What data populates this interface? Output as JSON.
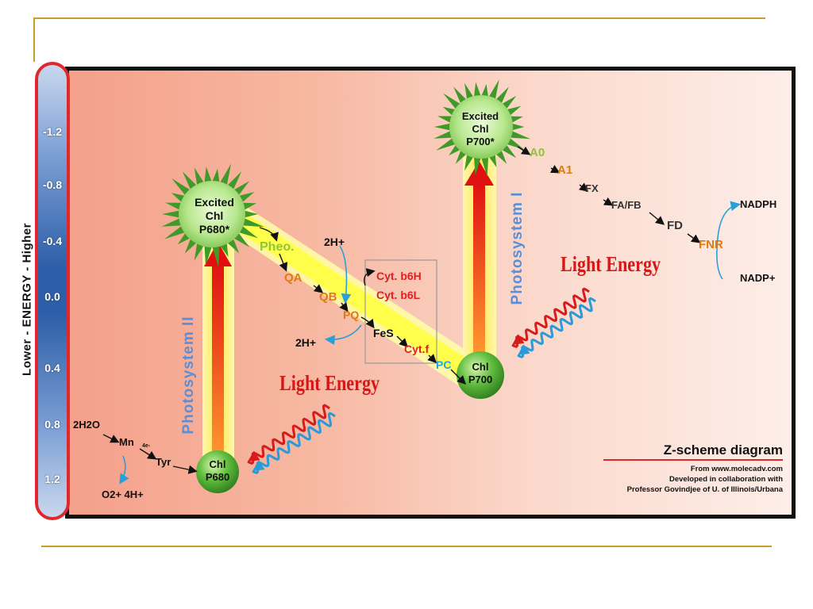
{
  "energy_axis": {
    "label": "Lower  -  ENERGY  -  Higher",
    "ticks": [
      "-1.2",
      "-0.8",
      "-0.4",
      "0.0",
      "0.4",
      "0.8",
      "1.2"
    ]
  },
  "psii": {
    "excited": [
      "Excited",
      "Chl",
      "P680*"
    ],
    "ground": [
      "Chl",
      "P680"
    ],
    "label": "Photosystem II"
  },
  "psi": {
    "excited": [
      "Excited",
      "Chl",
      "P700*"
    ],
    "ground": [
      "Chl",
      "P700"
    ],
    "label": "Photosystem I"
  },
  "carriers": {
    "pheo": "Pheo.",
    "qa": "QA",
    "qb": "QB",
    "pq": "PQ",
    "fes": "FeS",
    "cytf": "Cyt.f",
    "pc": "PC",
    "cyt_b6h": "Cyt. b6H",
    "cyt_b6l": "Cyt. b6L",
    "a0": "A0",
    "a1": "A1",
    "fx": "FX",
    "fafb": "FA/FB",
    "fd": "FD",
    "fnr": "FNR",
    "nadph": "NADPH",
    "nadp": "NADP+"
  },
  "protons": {
    "top": "2H+",
    "bottom": "2H+"
  },
  "water": {
    "h2o": "2H2O",
    "mn": "Mn",
    "electrons": "4e-",
    "tyr": "Tyr",
    "products": "O2+ 4H+"
  },
  "light_energy": [
    "Light Energy",
    "Light Energy"
  ],
  "credit": {
    "title": "Z-scheme diagram",
    "lines": [
      "From www.molecadv.com",
      "Developed in collaboration with",
      "Professor Govindjee of U. of Illinois/Urbana"
    ]
  },
  "colors": {
    "frame_border": "#111111",
    "axis_border": "#e0282c",
    "rule": "#c8a028",
    "excited_star": "#6cc04a",
    "ground_node": "#4caf3a",
    "pathway": "#ffff66",
    "photosystem_label": "#5a8ed6",
    "light_energy": "#d41818"
  }
}
